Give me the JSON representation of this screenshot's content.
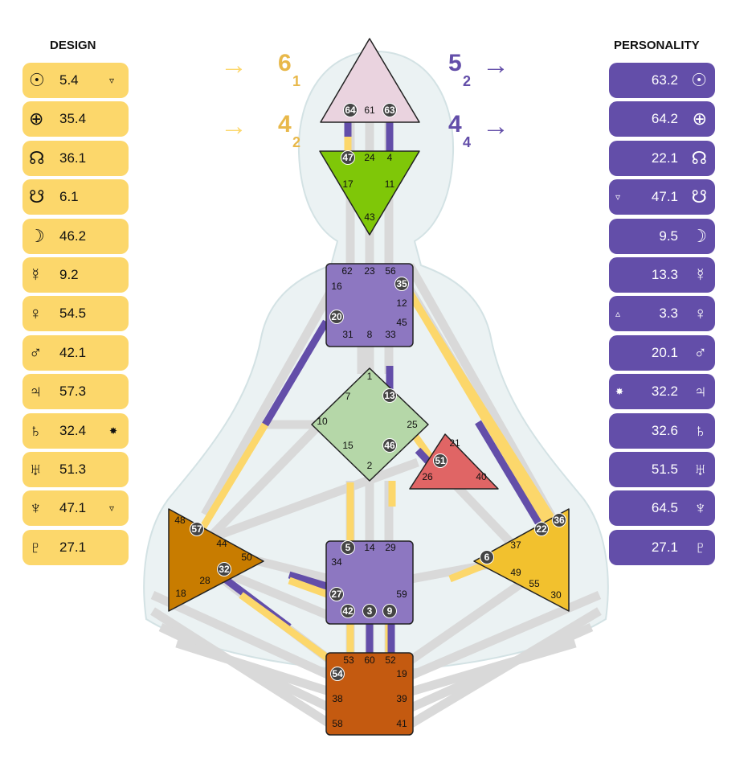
{
  "design": {
    "title": "DESIGN",
    "color": "#fcd76b",
    "planets": [
      {
        "icon": "sun-icon",
        "glyph": "☉",
        "value": "5.4",
        "mark": "▿"
      },
      {
        "icon": "earth-icon",
        "glyph": "⊕",
        "value": "35.4",
        "mark": ""
      },
      {
        "icon": "north-node-icon",
        "glyph": "☊",
        "value": "36.1",
        "mark": ""
      },
      {
        "icon": "south-node-icon",
        "glyph": "☋",
        "value": "6.1",
        "mark": ""
      },
      {
        "icon": "moon-icon",
        "glyph": "☽",
        "value": "46.2",
        "mark": ""
      },
      {
        "icon": "mercury-icon",
        "glyph": "☿",
        "value": "9.2",
        "mark": ""
      },
      {
        "icon": "venus-icon",
        "glyph": "♀",
        "value": "54.5",
        "mark": ""
      },
      {
        "icon": "mars-icon",
        "glyph": "♂",
        "value": "42.1",
        "mark": ""
      },
      {
        "icon": "jupiter-icon",
        "glyph": "♃",
        "value": "57.3",
        "mark": ""
      },
      {
        "icon": "saturn-icon",
        "glyph": "♄",
        "value": "32.4",
        "mark": "✸"
      },
      {
        "icon": "uranus-icon",
        "glyph": "♅",
        "value": "51.3",
        "mark": ""
      },
      {
        "icon": "neptune-icon",
        "glyph": "♆",
        "value": "47.1",
        "mark": "▿"
      },
      {
        "icon": "pluto-icon",
        "glyph": "♇",
        "value": "27.1",
        "mark": ""
      }
    ]
  },
  "personality": {
    "title": "PERSONALITY",
    "color": "#634ea9",
    "planets": [
      {
        "icon": "sun-icon",
        "glyph": "☉",
        "value": "63.2",
        "mark": ""
      },
      {
        "icon": "earth-icon",
        "glyph": "⊕",
        "value": "64.2",
        "mark": ""
      },
      {
        "icon": "north-node-icon",
        "glyph": "☊",
        "value": "22.1",
        "mark": ""
      },
      {
        "icon": "south-node-icon",
        "glyph": "☋",
        "value": "47.1",
        "mark": "▿"
      },
      {
        "icon": "moon-icon",
        "glyph": "☽",
        "value": "9.5",
        "mark": ""
      },
      {
        "icon": "mercury-icon",
        "glyph": "☿",
        "value": "13.3",
        "mark": ""
      },
      {
        "icon": "venus-icon",
        "glyph": "♀",
        "value": "3.3",
        "mark": "▵"
      },
      {
        "icon": "mars-icon",
        "glyph": "♂",
        "value": "20.1",
        "mark": ""
      },
      {
        "icon": "jupiter-icon",
        "glyph": "♃",
        "value": "32.2",
        "mark": "✸"
      },
      {
        "icon": "saturn-icon",
        "glyph": "♄",
        "value": "32.6",
        "mark": ""
      },
      {
        "icon": "uranus-icon",
        "glyph": "♅",
        "value": "51.5",
        "mark": ""
      },
      {
        "icon": "neptune-icon",
        "glyph": "♆",
        "value": "64.5",
        "mark": ""
      },
      {
        "icon": "pluto-icon",
        "glyph": "♇",
        "value": "27.1",
        "mark": ""
      }
    ]
  },
  "variables": {
    "design_arrows": [
      "→",
      "→"
    ],
    "personality_arrows": [
      "→",
      "→"
    ],
    "design_top": {
      "value": "6",
      "sub": "1"
    },
    "design_bottom": {
      "value": "4",
      "sub": "2"
    },
    "personality_top": {
      "value": "5",
      "sub": "2"
    },
    "personality_bottom": {
      "value": "4",
      "sub": "4"
    }
  },
  "colors": {
    "design": "#fcd76b",
    "personality": "#634ea9",
    "inactive_channel": "#d9d9d9",
    "head": "#ead3df",
    "ajna": "#7fc708",
    "throat": "#8d77c1",
    "g_center": "#b5d7a8",
    "ego": "#e06565",
    "spleen": "#c87c00",
    "solar_plexus": "#f2c12e",
    "sacral": "#8d77c1",
    "root": "#c45a10"
  },
  "centers": {
    "head": {
      "gates": [
        "64",
        "61",
        "63"
      ],
      "active": [
        "64",
        "63"
      ]
    },
    "ajna": {
      "gates": [
        "47",
        "24",
        "4",
        "17",
        "11",
        "43"
      ],
      "active": [
        "47"
      ]
    },
    "throat": {
      "gates": [
        "62",
        "23",
        "56",
        "16",
        "35",
        "12",
        "20",
        "45",
        "31",
        "8",
        "33"
      ],
      "active": [
        "35",
        "20"
      ]
    },
    "g_center": {
      "gates": [
        "1",
        "7",
        "13",
        "10",
        "25",
        "15",
        "46",
        "2"
      ],
      "active": [
        "13",
        "46"
      ]
    },
    "ego": {
      "gates": [
        "21",
        "51",
        "26",
        "40"
      ],
      "active": [
        "51"
      ]
    },
    "spleen": {
      "gates": [
        "48",
        "57",
        "44",
        "50",
        "32",
        "28",
        "18"
      ],
      "active": [
        "57",
        "32"
      ]
    },
    "sacral": {
      "gates": [
        "5",
        "14",
        "29",
        "34",
        "27",
        "59",
        "42",
        "3",
        "9"
      ],
      "active": [
        "5",
        "27",
        "42",
        "3",
        "9"
      ]
    },
    "solar_plexus": {
      "gates": [
        "36",
        "22",
        "37",
        "6",
        "49",
        "55",
        "30"
      ],
      "active": [
        "36",
        "22",
        "6"
      ]
    },
    "root": {
      "gates": [
        "53",
        "60",
        "52",
        "54",
        "19",
        "38",
        "39",
        "58",
        "41"
      ],
      "active": [
        "54"
      ]
    }
  }
}
